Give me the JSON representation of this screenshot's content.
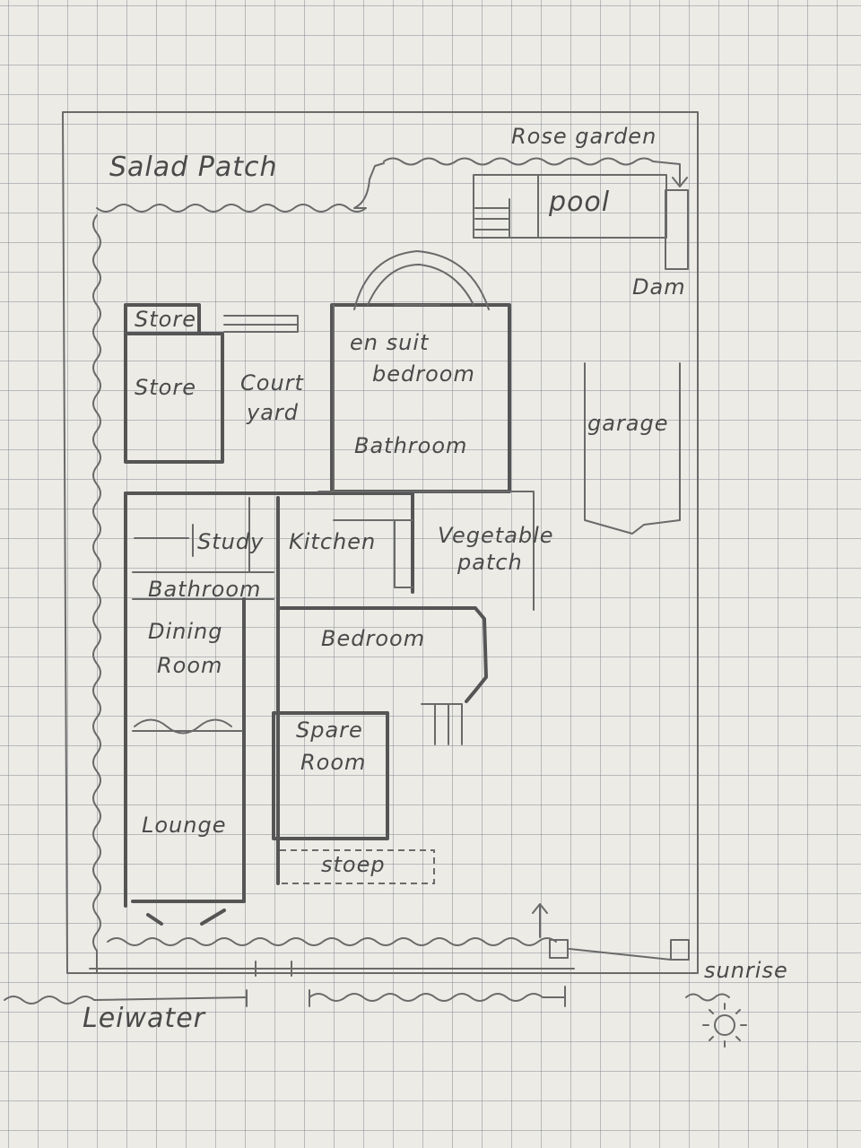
{
  "labels": {
    "salad_patch": "Salad Patch",
    "rose_garden": "Rose garden",
    "pool": "pool",
    "dam": "Dam",
    "store_top": "Store",
    "store": "Store",
    "courtyard_1": "Court",
    "courtyard_2": "yard",
    "en_suit_1": "en suit",
    "en_suit_2": "bedroom",
    "bathroom_top": "Bathroom",
    "garage": "garage",
    "study": "Study",
    "kitchen": "Kitchen",
    "veg_1": "Vegetable",
    "veg_2": "patch",
    "bathroom": "Bathroom",
    "dining_1": "Dining",
    "dining_2": "Room",
    "bedroom": "Bedroom",
    "spare_1": "Spare",
    "spare_2": "Room",
    "lounge": "Lounge",
    "stoep": "stoep",
    "leiwater": "Leiwater",
    "sunrise": "sunrise"
  },
  "icons": {
    "sun": "sun-icon",
    "arrow": "arrow-up-icon"
  }
}
